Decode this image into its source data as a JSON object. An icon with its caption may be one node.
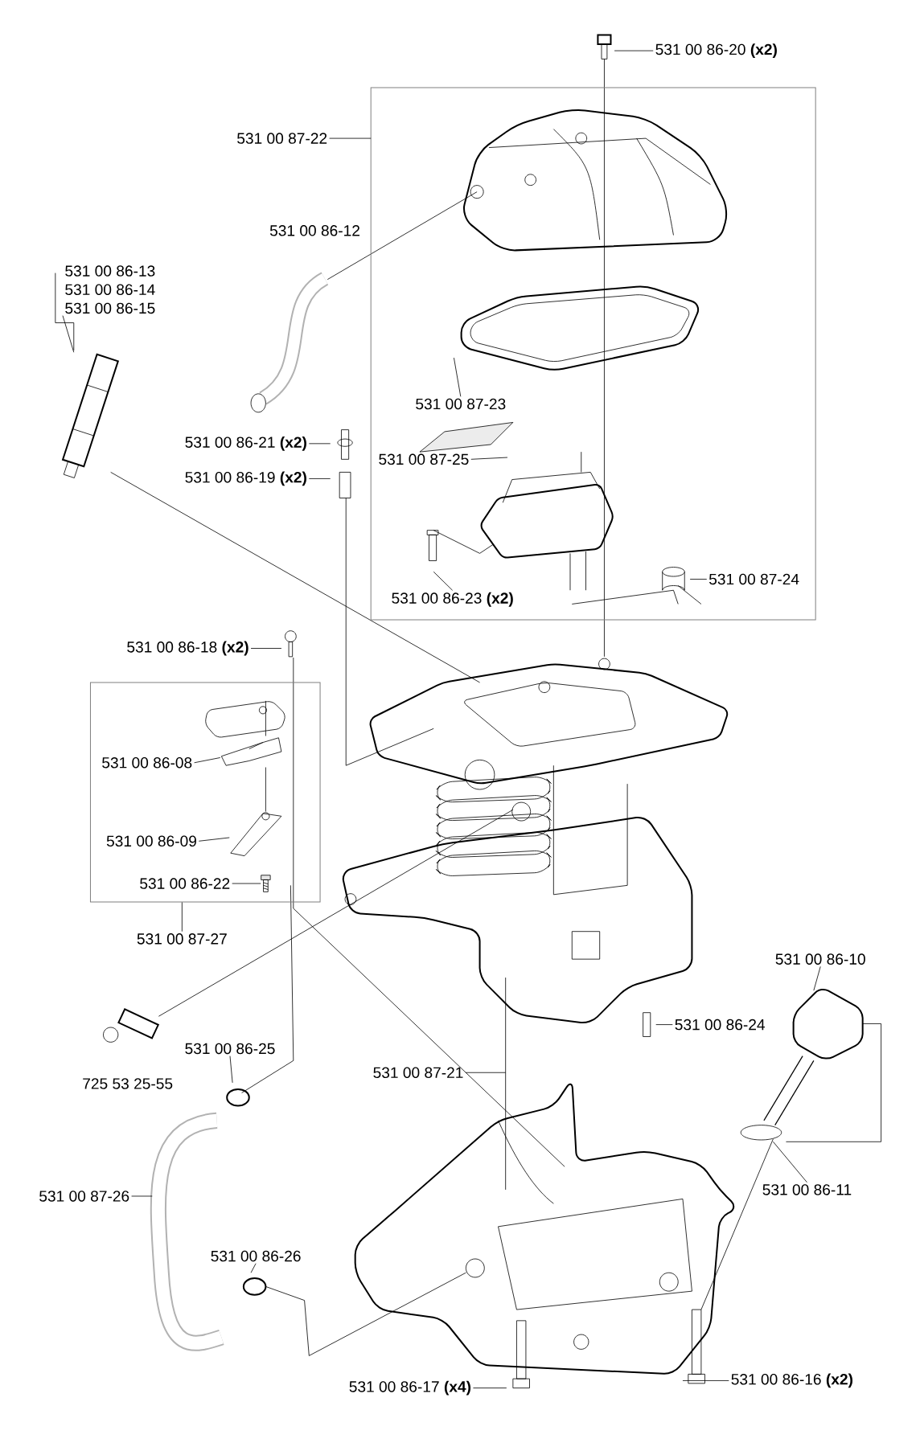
{
  "diagram": {
    "nodes": [
      {
        "text": [
          "531 00 86-20 **(x2)**"
        ]
      },
      {
        "text": [
          "531 00 87-22"
        ]
      },
      {
        "text": [
          "531 00 86-13",
          "531 00 86-14",
          "531 00 86-15"
        ]
      },
      {
        "text": [
          "531 00 87-23"
        ]
      },
      {
        "text": [
          "531 00 86-21 **(x2)**"
        ]
      },
      {
        "text": [
          "531 00 87-25"
        ]
      },
      {
        "text": [
          "531 00 86-19 **(x2)**"
        ]
      },
      {
        "text": [
          "531 00 86-23 **(x2)**"
        ]
      },
      {
        "text": [
          "531 00 87-24"
        ]
      },
      {
        "text": [
          "531 00 86-18 **(x2)**"
        ]
      },
      {
        "text": [],
        "shape": "box"
      },
      {
        "text": [
          "531 00 86-08"
        ],
        "in": 10
      },
      {
        "text": [
          "531 00 86-09"
        ],
        "in": 10
      },
      {
        "text": [
          "531 00 86-22"
        ],
        "in": 10
      },
      {
        "text": [
          "531 00 87-27"
        ]
      },
      {
        "text": [
          "531 00 86-10"
        ]
      },
      {
        "text": [
          "531 00 86-24"
        ]
      },
      {
        "text": [
          "531 00 86-25"
        ]
      },
      {
        "text": [
          "531 00 87-21"
        ]
      },
      {
        "text": [
          "531 00 87-26"
        ]
      },
      {
        "text": [
          "531 00 86-26"
        ]
      },
      {
        "text": [
          "531 00 86-11"
        ]
      },
      {
        "text": [
          "531 00 86-17 **(x4)**"
        ]
      },
      {
        "text": [
          "531 00 86-16 **(x2)**"
        ]
      },
      {
        "text": [],
        "shape": "picture",
        "in": 10
      },
      {
        "text": [],
        "shape": "picture",
        "in": 10
      },
      {
        "text": [],
        "shape": "picture",
        "in": 10
      }
    ],
    "edges": [
      {
        "from": 0,
        "to": null,
        "arrow": "none"
      },
      {
        "from": 1,
        "to": null,
        "arrow": "none"
      },
      {
        "from": 2,
        "to": null,
        "arrow": "none"
      },
      {
        "from": 3,
        "to": null,
        "arrow": "none"
      },
      {
        "from": 4,
        "to": null,
        "arrow": "none"
      },
      {
        "from": 5,
        "to": null,
        "arrow": "none"
      },
      {
        "from": 6,
        "to": null,
        "arrow": "none"
      },
      {
        "from": 7,
        "to": null,
        "arrow": "none"
      },
      {
        "from": 8,
        "to": null,
        "arrow": "none"
      },
      {
        "from": 9,
        "to": null,
        "arrow": "none"
      },
      {
        "from": 11,
        "to": 24,
        "arrow": "none"
      },
      {
        "from": 12,
        "to": 25,
        "arrow": "none"
      },
      {
        "from": 13,
        "to": 26,
        "arrow": "none"
      },
      {
        "from": 14,
        "to": 10,
        "arrow": "none"
      },
      {
        "from": 15,
        "to": null,
        "arrow": "none"
      },
      {
        "from": 16,
        "to": null,
        "arrow": "none"
      },
      {
        "from": 17,
        "to": null,
        "arrow": "none"
      },
      {
        "from": 18,
        "to": null,
        "arrow": "none"
      },
      {
        "from": 19,
        "to": null,
        "arrow": "none"
      },
      {
        "from": 20,
        "to": null,
        "arrow": "none"
      },
      {
        "from": 21,
        "to": null,
        "arrow": "none"
      },
      {
        "from": 22,
        "to": null,
        "arrow": "none"
      },
      {
        "from": 23,
        "to": null,
        "arrow": "none"
      }
    ],
    "labels": [
      "531 00 86-12",
      "725 53 25-55"
    ]
  }
}
